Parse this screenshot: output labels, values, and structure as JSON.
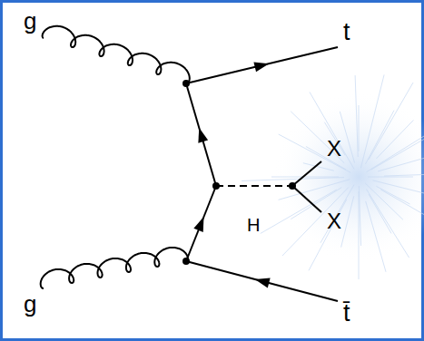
{
  "diagram": {
    "labels": [
      "g",
      "t",
      "X",
      "H",
      "X",
      "g",
      "t̄"
    ]
  }
}
